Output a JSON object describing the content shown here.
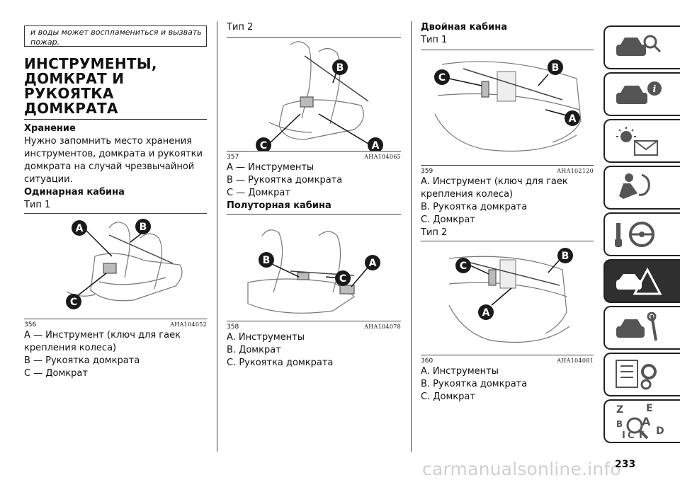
{
  "col1": {
    "warning_text": "и воды может воспламениться и вызвать пожар.",
    "title_lines": [
      "ИНСТРУМЕНТЫ,",
      "ДОМКРАТ И РУКОЯТКА",
      "ДОМКРАТА"
    ],
    "storage_heading": "Хранение",
    "storage_text": "Нужно запомнить место хранения инструментов, домкрата и рукоятки домкрата на случай чрезвычайной ситуации.",
    "single_cab_heading": "Одинарная кабина",
    "type1_label": "Тип 1",
    "fig356": {
      "number": "356",
      "code": "AHA104052"
    },
    "legend356": [
      "A — Инструмент (ключ для гаек крепления колеса)",
      "B — Рукоятка домкрата",
      "C — Домкрат"
    ]
  },
  "col2": {
    "type2_label": "Тип 2",
    "fig357": {
      "number": "357",
      "code": "AHA104065"
    },
    "legend357": [
      "A — Инструменты",
      "B — Рукоятка домкрата",
      "C — Домкрат"
    ],
    "half_cab_heading": "Полуторная кабина",
    "fig358": {
      "number": "358",
      "code": "AHA104078"
    },
    "legend358": [
      "A. Инструменты",
      "B. Домкрат",
      "C. Рукоятка домкрата"
    ]
  },
  "col3": {
    "double_cab_heading": "Двойная кабина",
    "type1_label": "Тип 1",
    "fig359": {
      "number": "359",
      "code": "AHA102120"
    },
    "legend359": [
      "A. Инструмент (ключ для гаек крепления колеса)",
      "B. Рукоятка домкрата",
      "C. Домкрат"
    ],
    "type2_label": "Тип 2",
    "fig360": {
      "number": "360",
      "code": "AHA104081"
    },
    "legend360": [
      "A. Инструменты",
      "B. Рукоятка домкрата",
      "C. Домкрат"
    ]
  },
  "callouts": {
    "a": "A",
    "b": "B",
    "c": "C"
  },
  "sidebar": {
    "tabs": [
      {
        "icon": "car-search-icon"
      },
      {
        "icon": "car-info-icon"
      },
      {
        "icon": "warning-lights-mail-icon"
      },
      {
        "icon": "airbag-seat-icon"
      },
      {
        "icon": "key-steering-wheel-icon"
      },
      {
        "icon": "car-breakdown-warning-icon",
        "active": true
      },
      {
        "icon": "car-wrench-icon"
      },
      {
        "icon": "specs-gear-icon"
      },
      {
        "icon": "alphabetical-index-icon"
      }
    ],
    "index_letters": [
      "Z",
      "E",
      "A",
      "B",
      "D",
      "I",
      "C",
      "T"
    ]
  },
  "page_number": "233",
  "watermark": "carmanualsonline.info",
  "colors": {
    "accent": "#222222",
    "active_tab": "#2f2f2f",
    "callout": "#1a1a1a"
  }
}
